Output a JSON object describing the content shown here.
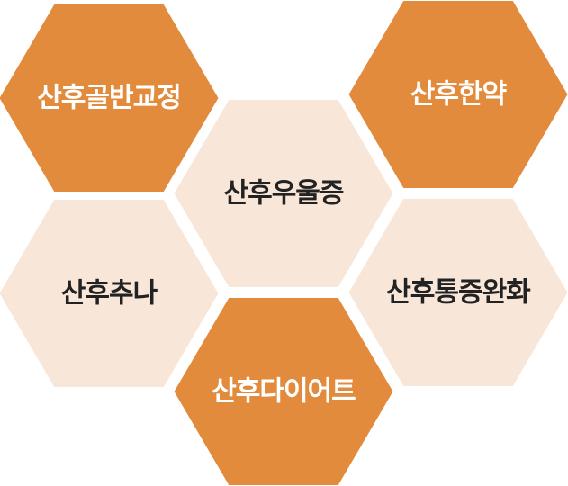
{
  "colors": {
    "orange": "#E38B3C",
    "light": "#F8E7D9",
    "dark_text": "#222222",
    "light_text": "#FFFFFF"
  },
  "hexagons": [
    {
      "label": "산후골반교정",
      "style": "orange"
    },
    {
      "label": "산후한약",
      "style": "orange"
    },
    {
      "label": "산후우울증",
      "style": "light"
    },
    {
      "label": "산후추나",
      "style": "light"
    },
    {
      "label": "산후통증완화",
      "style": "light"
    },
    {
      "label": "산후다이어트",
      "style": "orange"
    }
  ]
}
